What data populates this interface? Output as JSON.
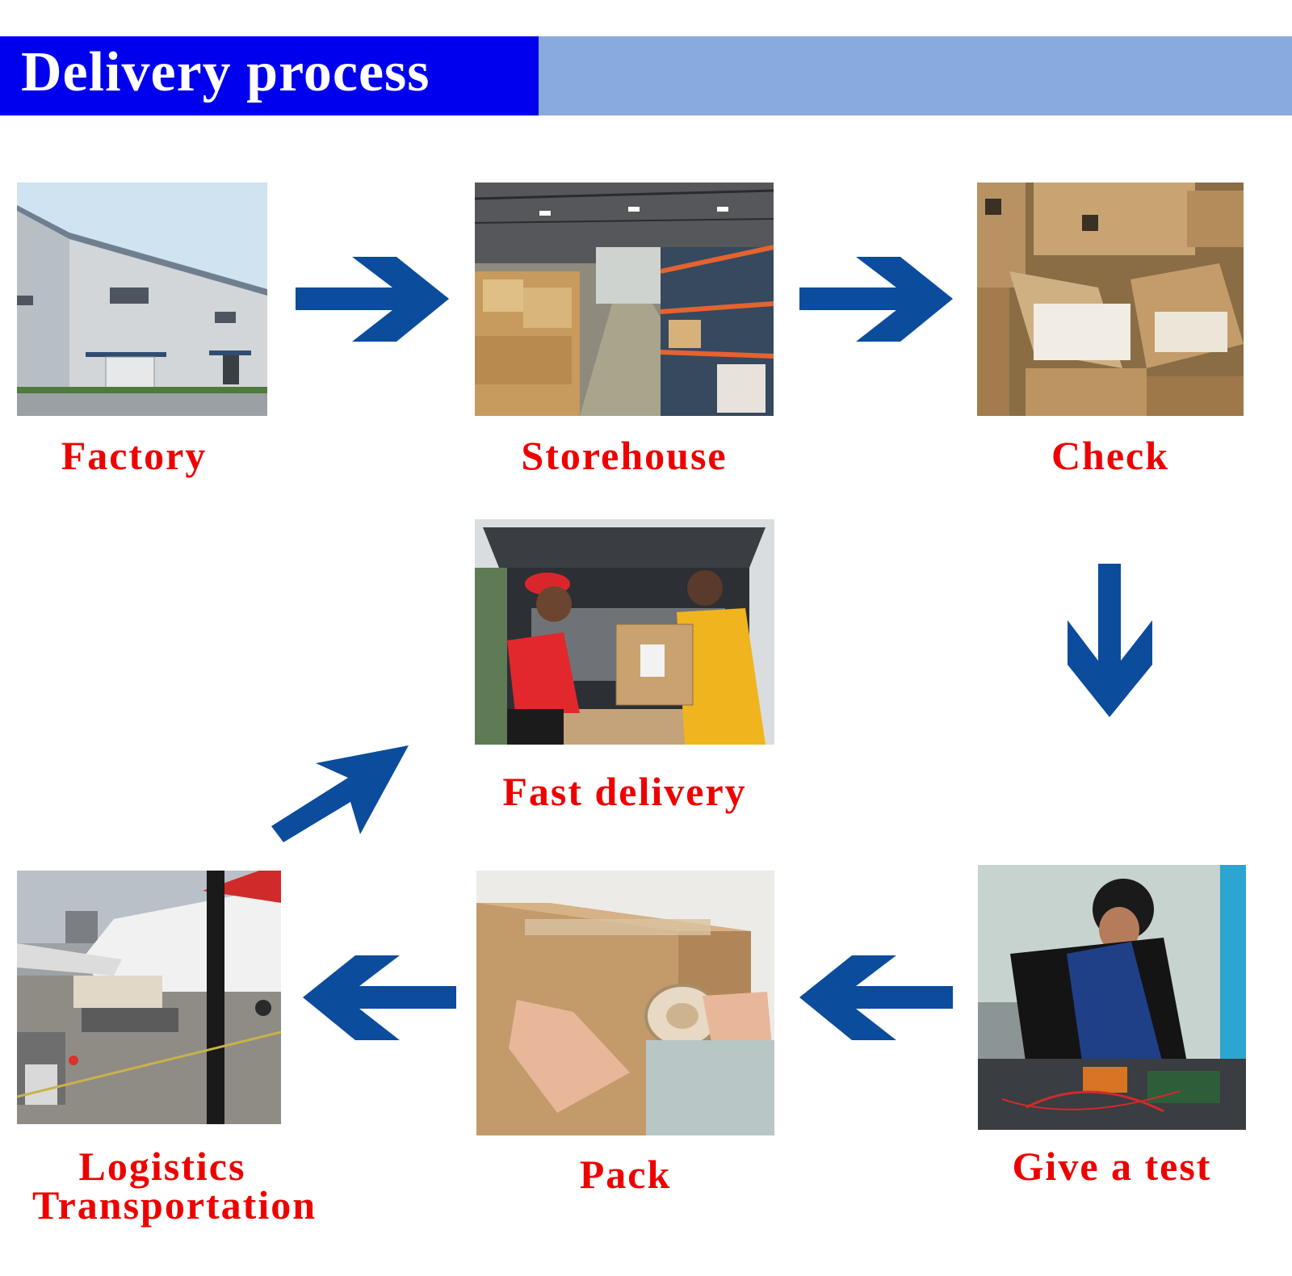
{
  "header": {
    "title": "Delivery process"
  },
  "colors": {
    "header_dark": "#0000ee",
    "header_light": "#88aadd",
    "arrow": "#0b4c9c",
    "label": "#ee0000"
  },
  "steps": [
    {
      "label": "Factory"
    },
    {
      "label": "Storehouse"
    },
    {
      "label": "Check"
    },
    {
      "label": "Give a test"
    },
    {
      "label": "Pack"
    },
    {
      "label": "Logistics"
    },
    {
      "label": "Transportation"
    },
    {
      "label": "Fast delivery"
    }
  ]
}
